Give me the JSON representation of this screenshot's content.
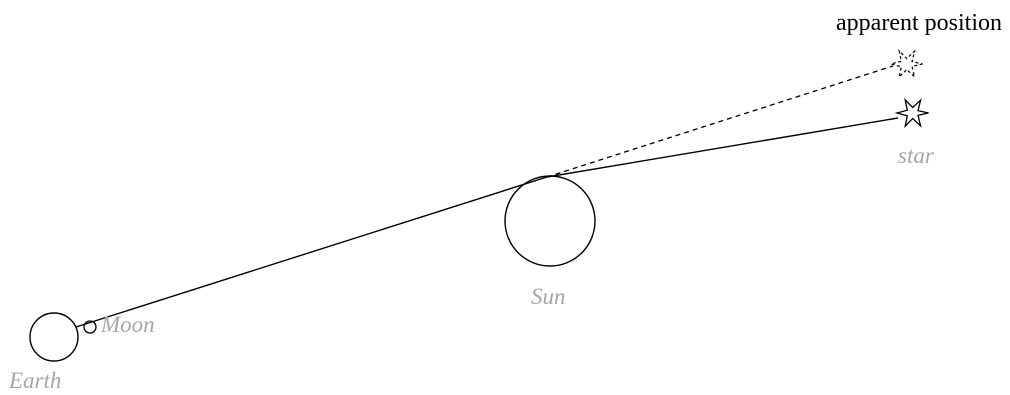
{
  "labels": {
    "apparent_position": "apparent position",
    "star": "star",
    "sun": "Sun",
    "moon": "Moon",
    "earth": "Earth"
  },
  "colors": {
    "stroke": "#000000",
    "label_gray": "#a6a6a6",
    "label_black": "#000000",
    "background": "#ffffff"
  }
}
